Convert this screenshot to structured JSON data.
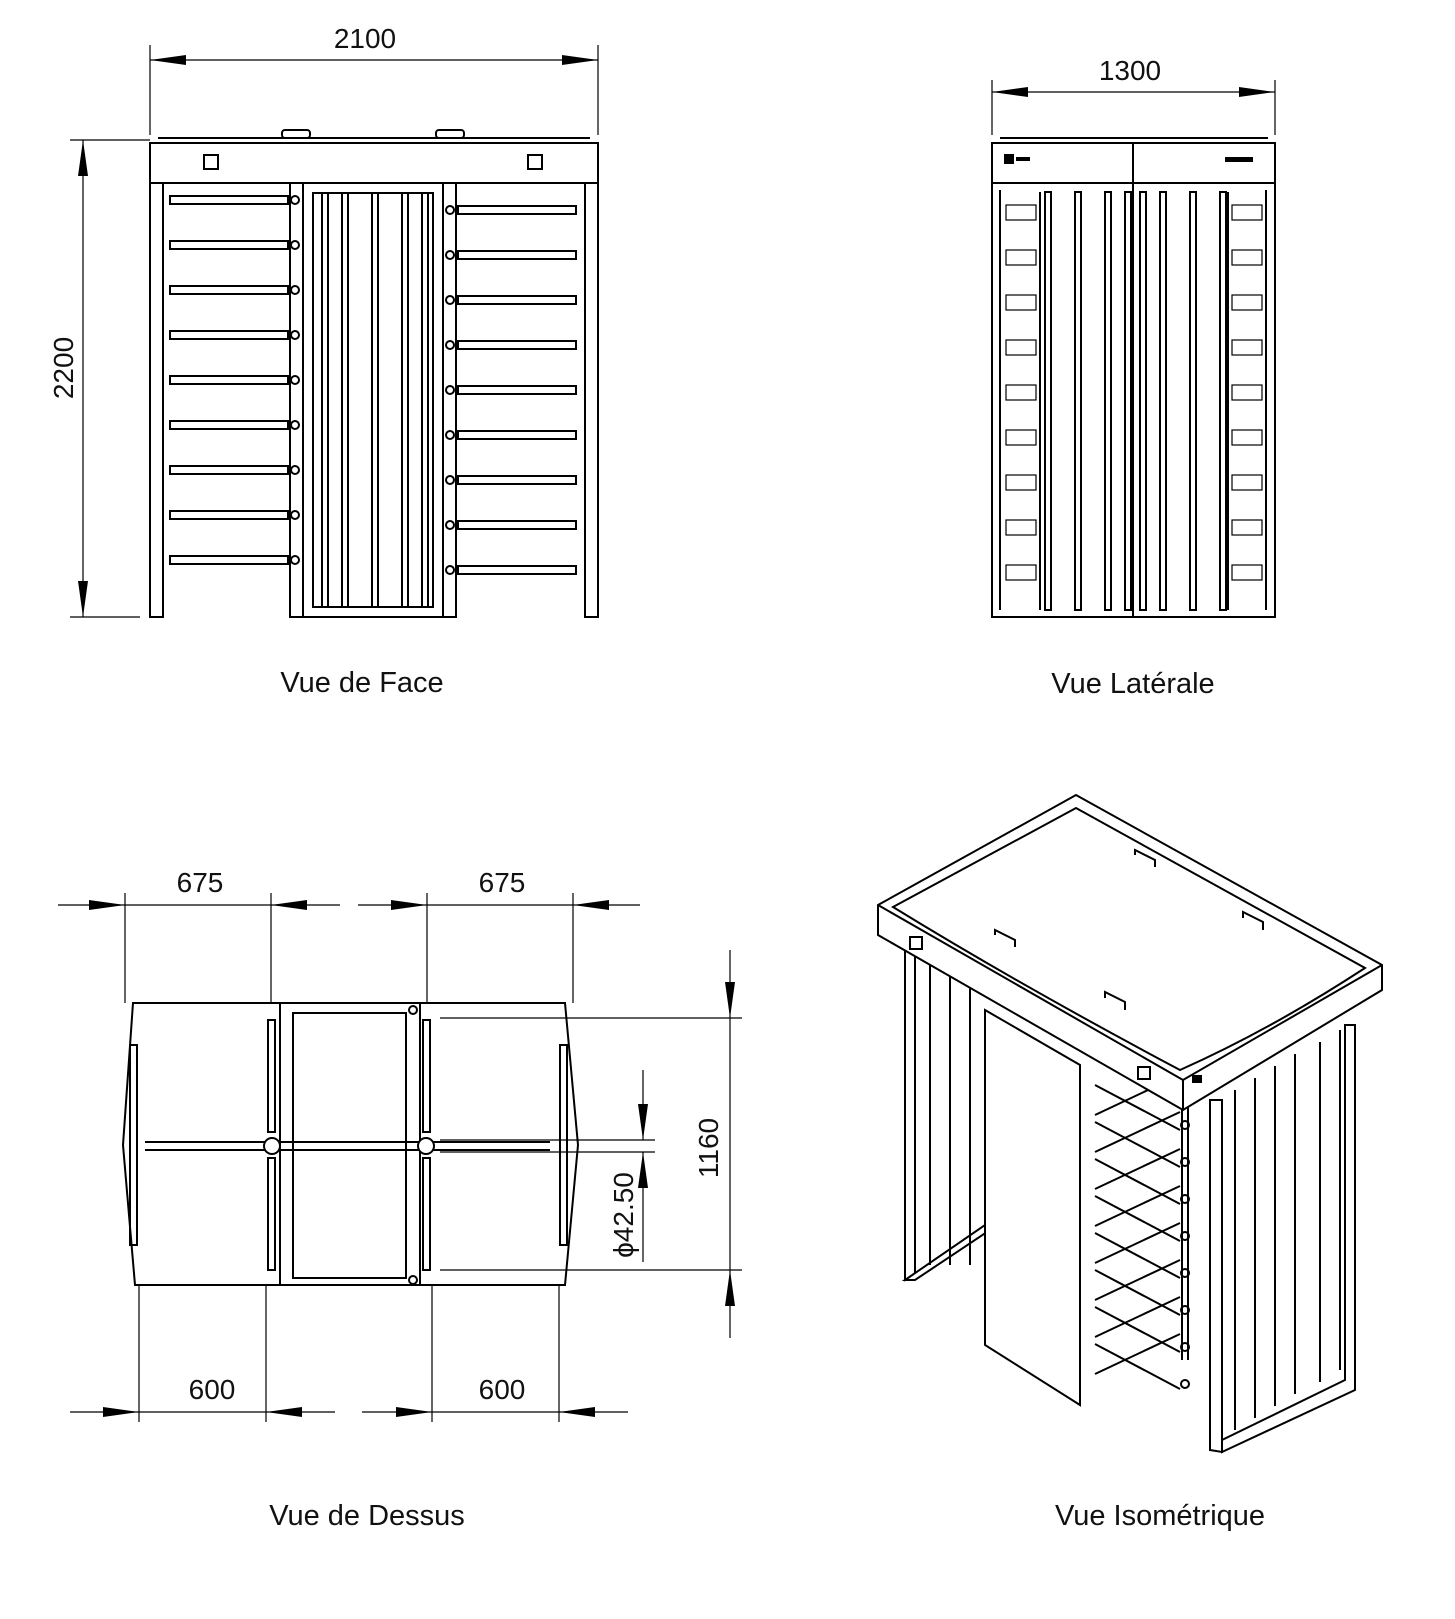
{
  "views": {
    "front": {
      "caption": "Vue de Face",
      "width_dim": "2100",
      "height_dim": "2200"
    },
    "side": {
      "caption": "Vue Latérale",
      "width_dim": "1300"
    },
    "top": {
      "caption": "Vue de Dessus",
      "top_left_dim": "675",
      "top_right_dim": "675",
      "bottom_left_dim": "600",
      "bottom_right_dim": "600",
      "depth_dim": "1160",
      "diameter_dim": "ϕ42.50"
    },
    "iso": {
      "caption": "Vue Isométrique"
    }
  },
  "colors": {
    "line": "#000000",
    "background": "#ffffff"
  }
}
